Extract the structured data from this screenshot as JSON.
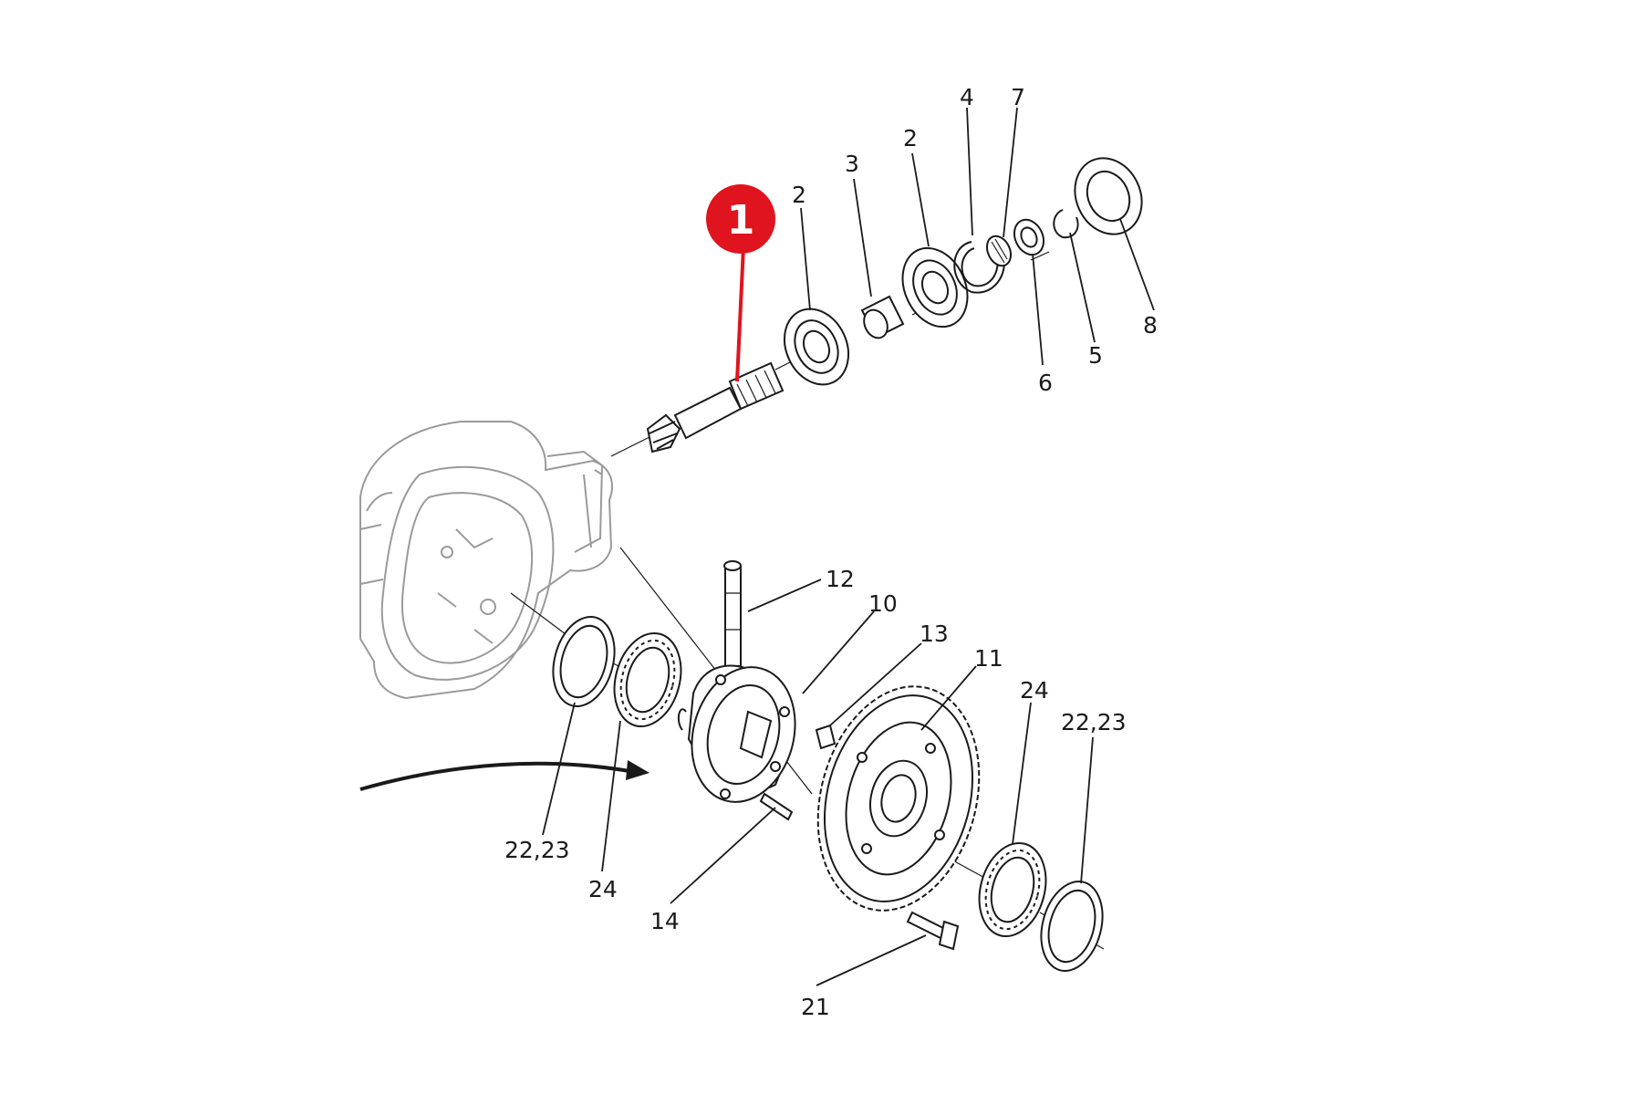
{
  "callout": {
    "number": "1",
    "color": "#e0141e"
  },
  "labels": {
    "p1": "2",
    "p2": "3",
    "p3": "2",
    "p4": "4",
    "p5": "7",
    "p6": "8",
    "p7": "5",
    "p8": "6",
    "p9": "12",
    "p10": "10",
    "p11": "13",
    "p12": "11",
    "p13": "24",
    "p14": "22,23",
    "p15": "22,23",
    "p16": "24",
    "p17": "14",
    "p18": "21"
  }
}
